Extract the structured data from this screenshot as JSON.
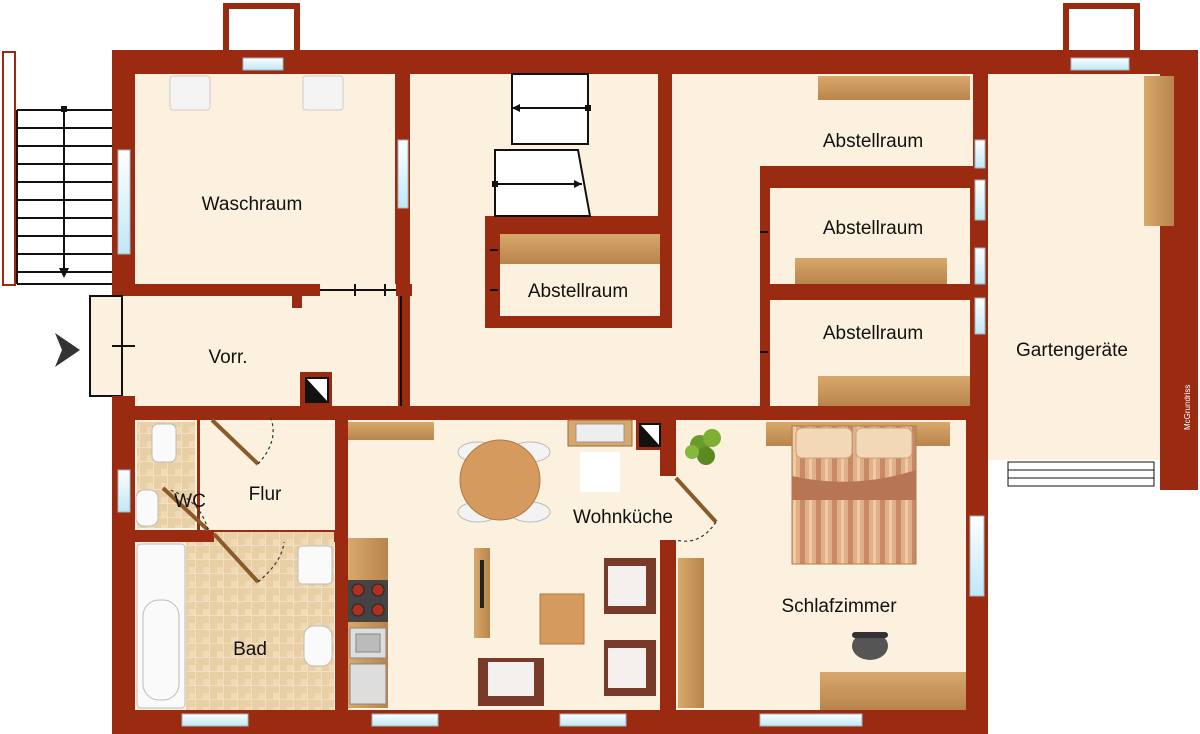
{
  "rooms": {
    "waschraum": "Waschraum",
    "abstellraum_mitte": "Abstellraum",
    "abstellraum_oben": "Abstellraum",
    "abstellraum_mitte_rechts": "Abstellraum",
    "abstellraum_unten_rechts": "Abstellraum",
    "gartengeraete": "Gartengeräte",
    "vorraum": "Vorr.",
    "flur": "Flur",
    "wc": "WC",
    "bad": "Bad",
    "wohnkueche": "Wohnküche",
    "schlafzimmer": "Schlafzimmer"
  },
  "watermark": "McGrundriss",
  "colors": {
    "wall": "#9a2a10",
    "floor": "#fbf1de",
    "window": "#cfeefa",
    "wood": "#c9955a",
    "tile": "#efd9b8"
  },
  "icons": {
    "entrance": "entrance-arrow-icon",
    "chimney": "chimney-icon",
    "plant": "plant-icon"
  }
}
